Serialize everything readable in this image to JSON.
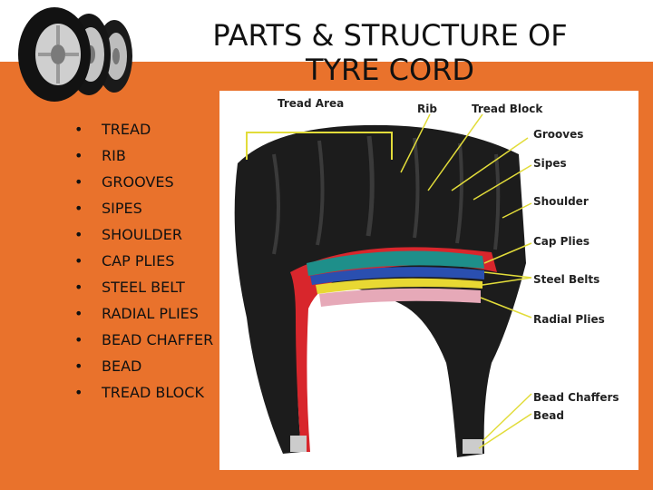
{
  "slide": {
    "title_line1": "PARTS & STRUCTURE OF",
    "title_line2": "TYRE CORD",
    "bullets": [
      "TREAD",
      "RIB",
      "GROOVES",
      "SIPES",
      "SHOULDER",
      "CAP PLIES",
      "STEEL BELT",
      "RADIAL PLIES",
      "BEAD CHAFFER",
      "BEAD",
      "TREAD BLOCK"
    ]
  },
  "diagram": {
    "labels": {
      "tread_area": "Tread Area",
      "rib": "Rib",
      "tread_block": "Tread Block",
      "grooves": "Grooves",
      "sipes": "Sipes",
      "shoulder": "Shoulder",
      "cap_plies": "Cap Plies",
      "steel_belts": "Steel Belts",
      "radial_plies": "Radial Plies",
      "bead_chaffers": "Bead Chaffers",
      "bead": "Bead"
    },
    "colors": {
      "background": "#e9722c",
      "tire": "#1c1c1c",
      "inner_liner": "#d8262c",
      "cap_ply": "#1e8f8a",
      "steel_belt": "#2a4fb0",
      "yellow_layer": "#e8d833",
      "radial_ply": "#e6a9b8",
      "leader_line": "#e2dc3a"
    }
  }
}
